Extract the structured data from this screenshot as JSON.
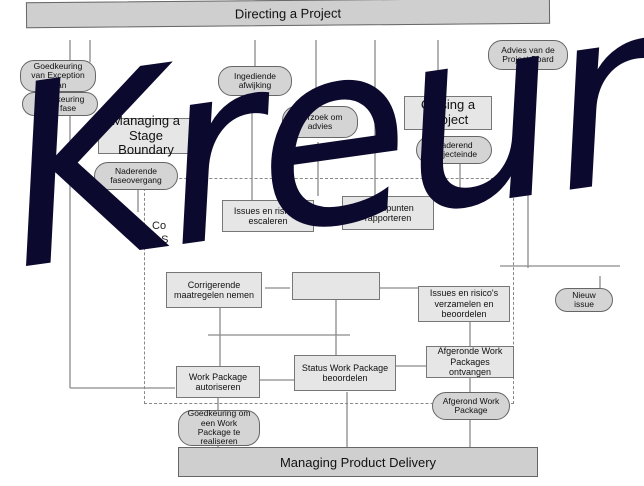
{
  "top_bar": "Directing a Project",
  "bottom_bar": "Managing Product Delivery",
  "region_label": "Controlling a Stage",
  "region_label_line1": "Co",
  "region_label_line2": "a S",
  "overlay_text": "Kreun",
  "nodes": {
    "goedkeuring_exception": "Goedkeuring van Exception Plan",
    "goedkeuring_fase": "Goedkeuring van fase",
    "managing_stage_boundary": "Managing a Stage Boundary",
    "naderende_faseovergang": "Naderende faseovergang",
    "ingediende_afwijking": "Ingediende afwijking",
    "verzoek_om_advies": "Verzoek om advies",
    "closing_project": "Closing a Project",
    "naderend_projecteinde": "Naderend projecteinde",
    "advies_project_board": "Advies van de Project Board",
    "issues_risicos_escaleren": "Issues en risico's escaleren",
    "hoofdpunten_rapporteren": "Hoofdpunten rapporteren",
    "corrigerende_maatregelen": "Corrigerende maatregelen nemen",
    "issues_risicos_verzamelen": "Issues en risico's verzamelen en beoordelen",
    "nieuw_issue": "Nieuw issue",
    "work_package_autoriseren": "Work Package autoriseren",
    "status_work_package": "Status Work Package beoordelen",
    "afgeronde_work_packages": "Afgeronde Work Packages ontvangen",
    "goedkeuring_work_package": "Goedkeuring om een Work Package te realiseren",
    "afgerond_work_package": "Afgerond Work Package"
  },
  "colors": {
    "box_fill": "#e6e6e6",
    "pill_fill": "#d4d4d4",
    "line": "#777777",
    "overlay": "#0b0a2e"
  }
}
